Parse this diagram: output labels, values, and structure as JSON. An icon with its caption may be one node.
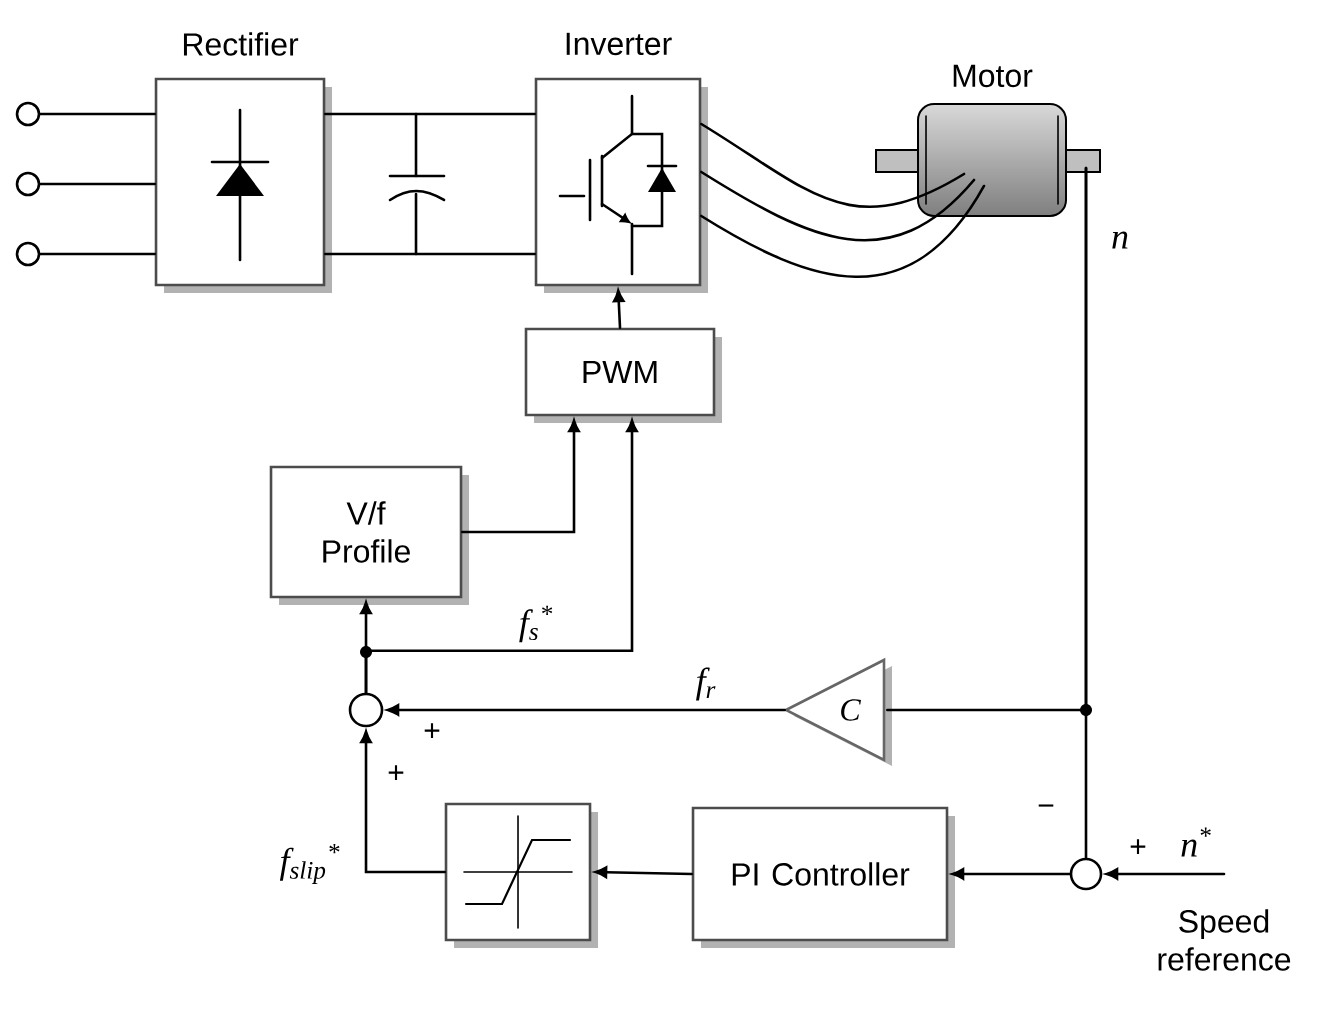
{
  "diagram": {
    "nodes": [
      {
        "text": [],
        "shape": "circle"
      },
      {
        "text": [],
        "shape": "circle"
      },
      {
        "text": [],
        "shape": "circle"
      },
      {
        "text": [
          "Rectifier"
        ]
      },
      {
        "text": [
          "Inverter"
        ]
      },
      {
        "text": [
          "Motor"
        ]
      },
      {
        "text": [
          "PWM"
        ]
      },
      {
        "text": [
          "V/f Profile"
        ]
      },
      {
        "text": [],
        "shape": "circle"
      },
      {
        "text": [
          "C"
        ]
      },
      {
        "text": [],
        "shape": "box"
      },
      {
        "text": [
          "PI Controller"
        ]
      },
      {
        "text": [],
        "shape": "circle"
      },
      {
        "text": [
          "Speed reference"
        ]
      }
    ],
    "edges": [
      {
        "from": 0,
        "to": 3,
        "arrow": "none"
      },
      {
        "from": 1,
        "to": 3,
        "arrow": "none"
      },
      {
        "from": 2,
        "to": 3,
        "arrow": "none"
      },
      {
        "from": 3,
        "to": 4,
        "arrow": "none"
      },
      {
        "from": 3,
        "to": 4,
        "arrow": "none"
      },
      {
        "from": 4,
        "to": 5,
        "arrow": "none"
      },
      {
        "from": 4,
        "to": 5,
        "arrow": "none"
      },
      {
        "from": 4,
        "to": 5,
        "arrow": "none"
      },
      {
        "from": 5,
        "to": 12,
        "arrow": "none",
        "label": "n"
      },
      {
        "from": 5,
        "to": 9,
        "arrow": "none"
      },
      {
        "from": 9,
        "to": 8,
        "arrow": "to",
        "label": "f$_{r}$"
      },
      {
        "from": 6,
        "to": 4,
        "arrow": "to"
      },
      {
        "from": 7,
        "to": 6,
        "arrow": "to"
      },
      {
        "from": 8,
        "to": 7,
        "arrow": "to"
      },
      {
        "from": 8,
        "to": 6,
        "arrow": "to",
        "label": "f$_{s}$$^{*}$"
      },
      {
        "from": 12,
        "to": 11,
        "arrow": "to"
      },
      {
        "from": 11,
        "to": 10,
        "arrow": "to"
      },
      {
        "from": 10,
        "to": 8,
        "arrow": "to",
        "label": "f$_{slip}$$^{*}$"
      },
      {
        "from": 13,
        "to": 12,
        "arrow": "to",
        "label": "n$^{*}$"
      }
    ],
    "labels": [
      "+",
      "+",
      "−",
      "+"
    ]
  }
}
